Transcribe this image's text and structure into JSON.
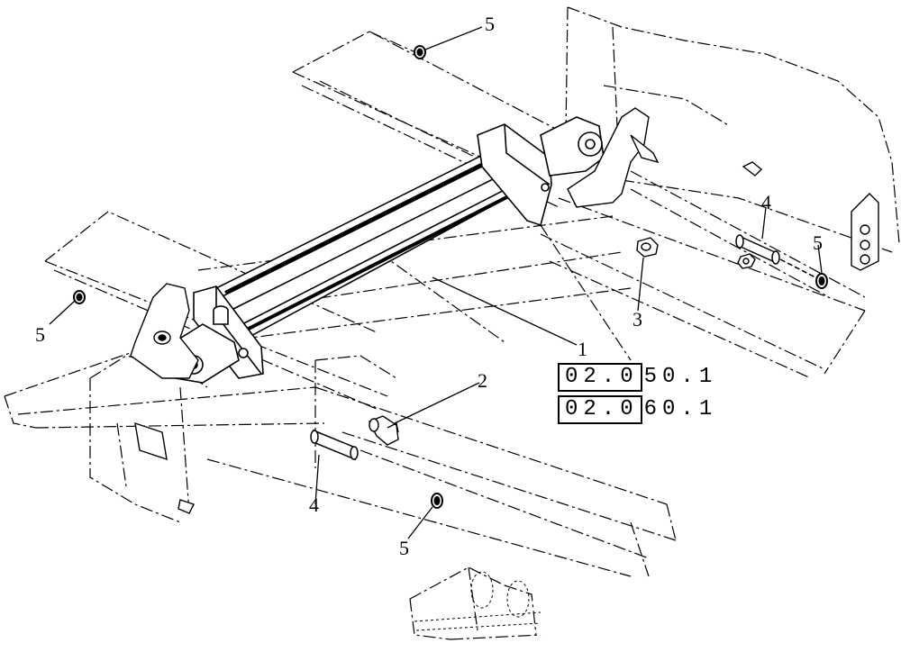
{
  "diagram": {
    "callouts": {
      "c1": "1",
      "c2": "2",
      "c3": "3",
      "c4a": "4",
      "c4b": "4",
      "c5a": "5",
      "c5b": "5",
      "c5c": "5",
      "c5d": "5"
    },
    "references": [
      {
        "boxed": "02.0",
        "rest": "50.1"
      },
      {
        "boxed": "02.0",
        "rest": "60.1"
      }
    ]
  }
}
